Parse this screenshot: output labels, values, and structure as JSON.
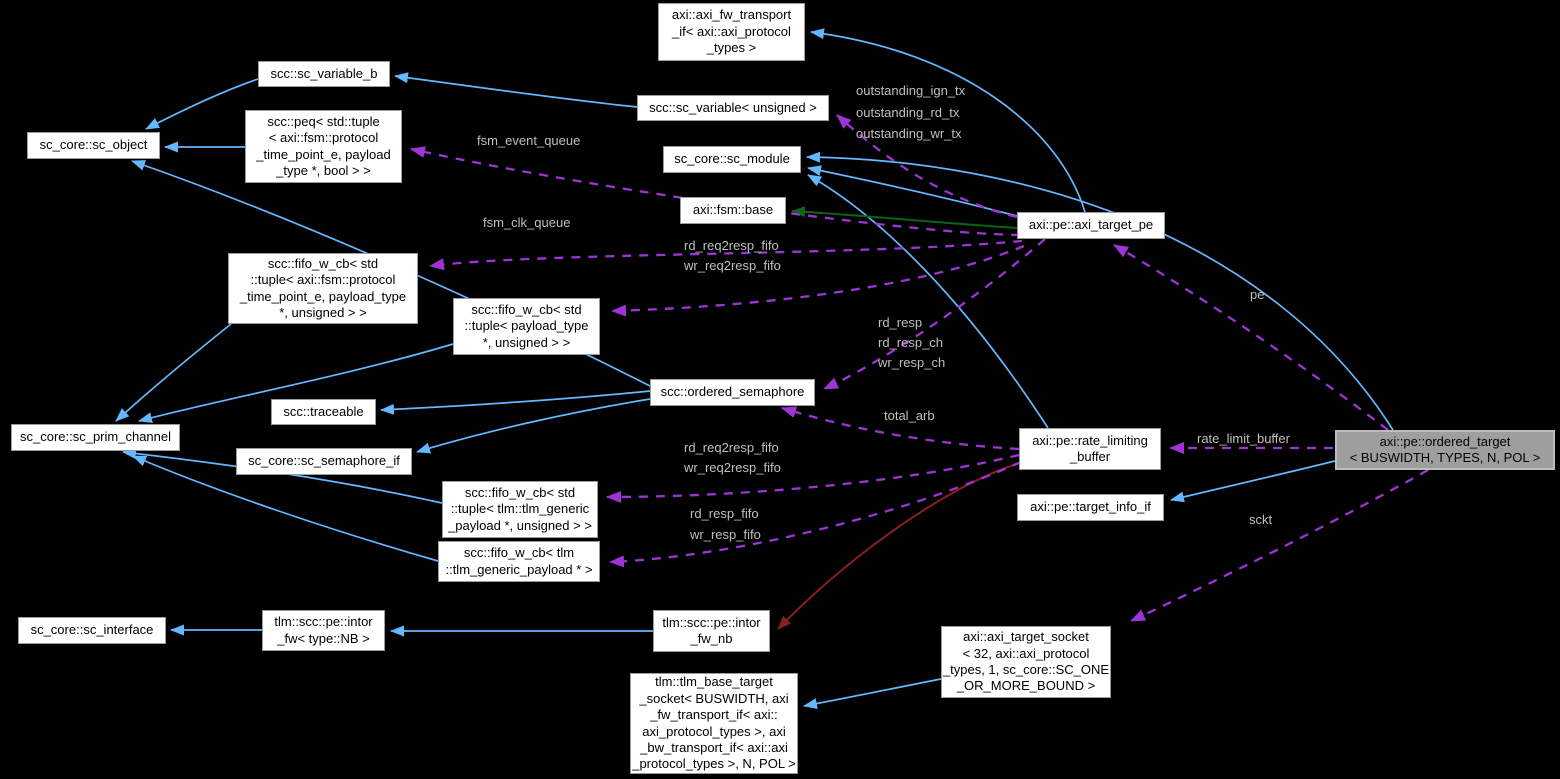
{
  "diagram": {
    "type": "doxygen-collaboration-graph",
    "background": "#000000",
    "colors": {
      "public_inheritance_edge": "#63b8ff",
      "usage_edge": "#9e34d6",
      "protected_inheritance_edge": "#0b6317",
      "private_inheritance_edge": "#8b1f1f",
      "edge_label_text": "#bfbfbf",
      "node_fill": "#ffffff",
      "node_border": "#9b9b9b",
      "node_text": "#000000",
      "highlighted_node_fill": "#9e9e9e"
    },
    "nodes": {
      "axi_fw_transport_if": {
        "label": "axi::axi_fw_transport\n_if< axi::axi_protocol\n_types >"
      },
      "sc_variable_b": {
        "label": "scc::sc_variable_b"
      },
      "sc_variable_unsigned": {
        "label": "scc::sc_variable< unsigned >"
      },
      "sc_object": {
        "label": "sc_core::sc_object"
      },
      "peq": {
        "label": "scc::peq< std::tuple\n< axi::fsm::protocol\n_time_point_e, payload\n_type *, bool > >"
      },
      "sc_module": {
        "label": "sc_core::sc_module"
      },
      "fsm_base": {
        "label": "axi::fsm::base"
      },
      "axi_target_pe": {
        "label": "axi::pe::axi_target_pe"
      },
      "fifo_fsm_tuple": {
        "label": "scc::fifo_w_cb< std\n::tuple< axi::fsm::protocol\n_time_point_e, payload_type\n*, unsigned > >"
      },
      "fifo_payload_tuple": {
        "label": "scc::fifo_w_cb< std\n::tuple< payload_type\n*, unsigned > >"
      },
      "ordered_semaphore": {
        "label": "scc::ordered_semaphore"
      },
      "traceable": {
        "label": "scc::traceable"
      },
      "sc_prim_channel": {
        "label": "sc_core::sc_prim_channel"
      },
      "sc_semaphore_if": {
        "label": "sc_core::sc_semaphore_if"
      },
      "rate_limiting_buffer": {
        "label": "axi::pe::rate_limiting\n_buffer"
      },
      "ordered_target": {
        "label": "axi::pe::ordered_target\n< BUSWIDTH, TYPES, N, POL >",
        "highlighted": true
      },
      "target_info_if": {
        "label": "axi::pe::target_info_if"
      },
      "fifo_tlm_tuple": {
        "label": "scc::fifo_w_cb< std\n::tuple< tlm::tlm_generic\n_payload *, unsigned > >"
      },
      "fifo_tlm_ptr": {
        "label": "scc::fifo_w_cb< tlm\n::tlm_generic_payload * >"
      },
      "sc_interface": {
        "label": "sc_core::sc_interface"
      },
      "intor_fw": {
        "label": "tlm::scc::pe::intor\n_fw< type::NB >"
      },
      "intor_fw_nb": {
        "label": "tlm::scc::pe::intor\n_fw_nb"
      },
      "axi_target_socket": {
        "label": "axi::axi_target_socket\n< 32, axi::axi_protocol\n_types, 1, sc_core::SC_ONE\n_OR_MORE_BOUND >"
      },
      "tlm_base_target_socket": {
        "label": "tlm::tlm_base_target\n_socket< BUSWIDTH, axi\n_fw_transport_if< axi::\naxi_protocol_types >, axi\n_bw_transport_if< axi::axi\n_protocol_types >, N, POL >"
      }
    },
    "edge_labels": {
      "outstanding_ign_tx": "outstanding_ign_tx",
      "outstanding_rd_tx": "outstanding_rd_tx",
      "outstanding_wr_tx": "outstanding_wr_tx",
      "fsm_event_queue": "fsm_event_queue",
      "fsm_clk_queue": "fsm_clk_queue",
      "rd_req2resp_fifo_pe": "rd_req2resp_fifo",
      "wr_req2resp_fifo_pe": "wr_req2resp_fifo",
      "rd_resp": "rd_resp",
      "rd_resp_ch": "rd_resp_ch",
      "wr_resp_ch": "wr_resp_ch",
      "total_arb": "total_arb",
      "pe": "pe",
      "rate_limit_buffer": "rate_limit_buffer",
      "rd_req2resp_fifo_rlb": "rd_req2resp_fifo",
      "wr_req2resp_fifo_rlb": "wr_req2resp_fifo",
      "rd_resp_fifo": "rd_resp_fifo",
      "wr_resp_fifo": "wr_resp_fifo",
      "sckt": "sckt"
    }
  }
}
